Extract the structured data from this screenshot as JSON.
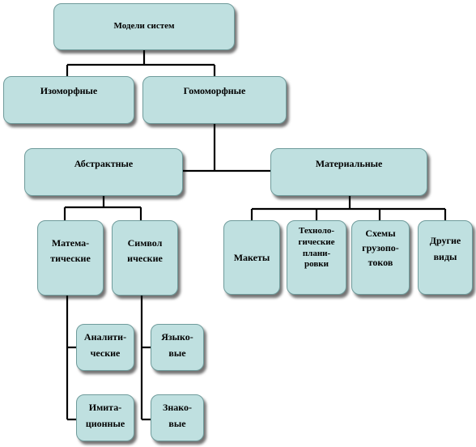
{
  "diagram": {
    "root": "Модели систем",
    "level1": {
      "isomorphic": "Изоморфные",
      "homomorphic": "Гомоморфные"
    },
    "level2": {
      "abstract": "Абстрактные",
      "material": "Материальные"
    },
    "abstract_children": {
      "mathematical": "Матема-\nтические",
      "symbolic": "Символ\nические"
    },
    "mathematical_children": {
      "analytical": "Аналити-\nческие",
      "imitational": "Имита-\nционные"
    },
    "symbolic_children": {
      "linguistic": "Языко-\nвые",
      "sign": "Знако-\nвые"
    },
    "material_children": {
      "mockups": "Макеты",
      "technological_schemes": "Техноло-\nгические\nплани-\nровки",
      "cargo_flow_schemes": "Схемы\nгрузопо-\nтоков",
      "other_types": "Другие\nвиды"
    }
  }
}
